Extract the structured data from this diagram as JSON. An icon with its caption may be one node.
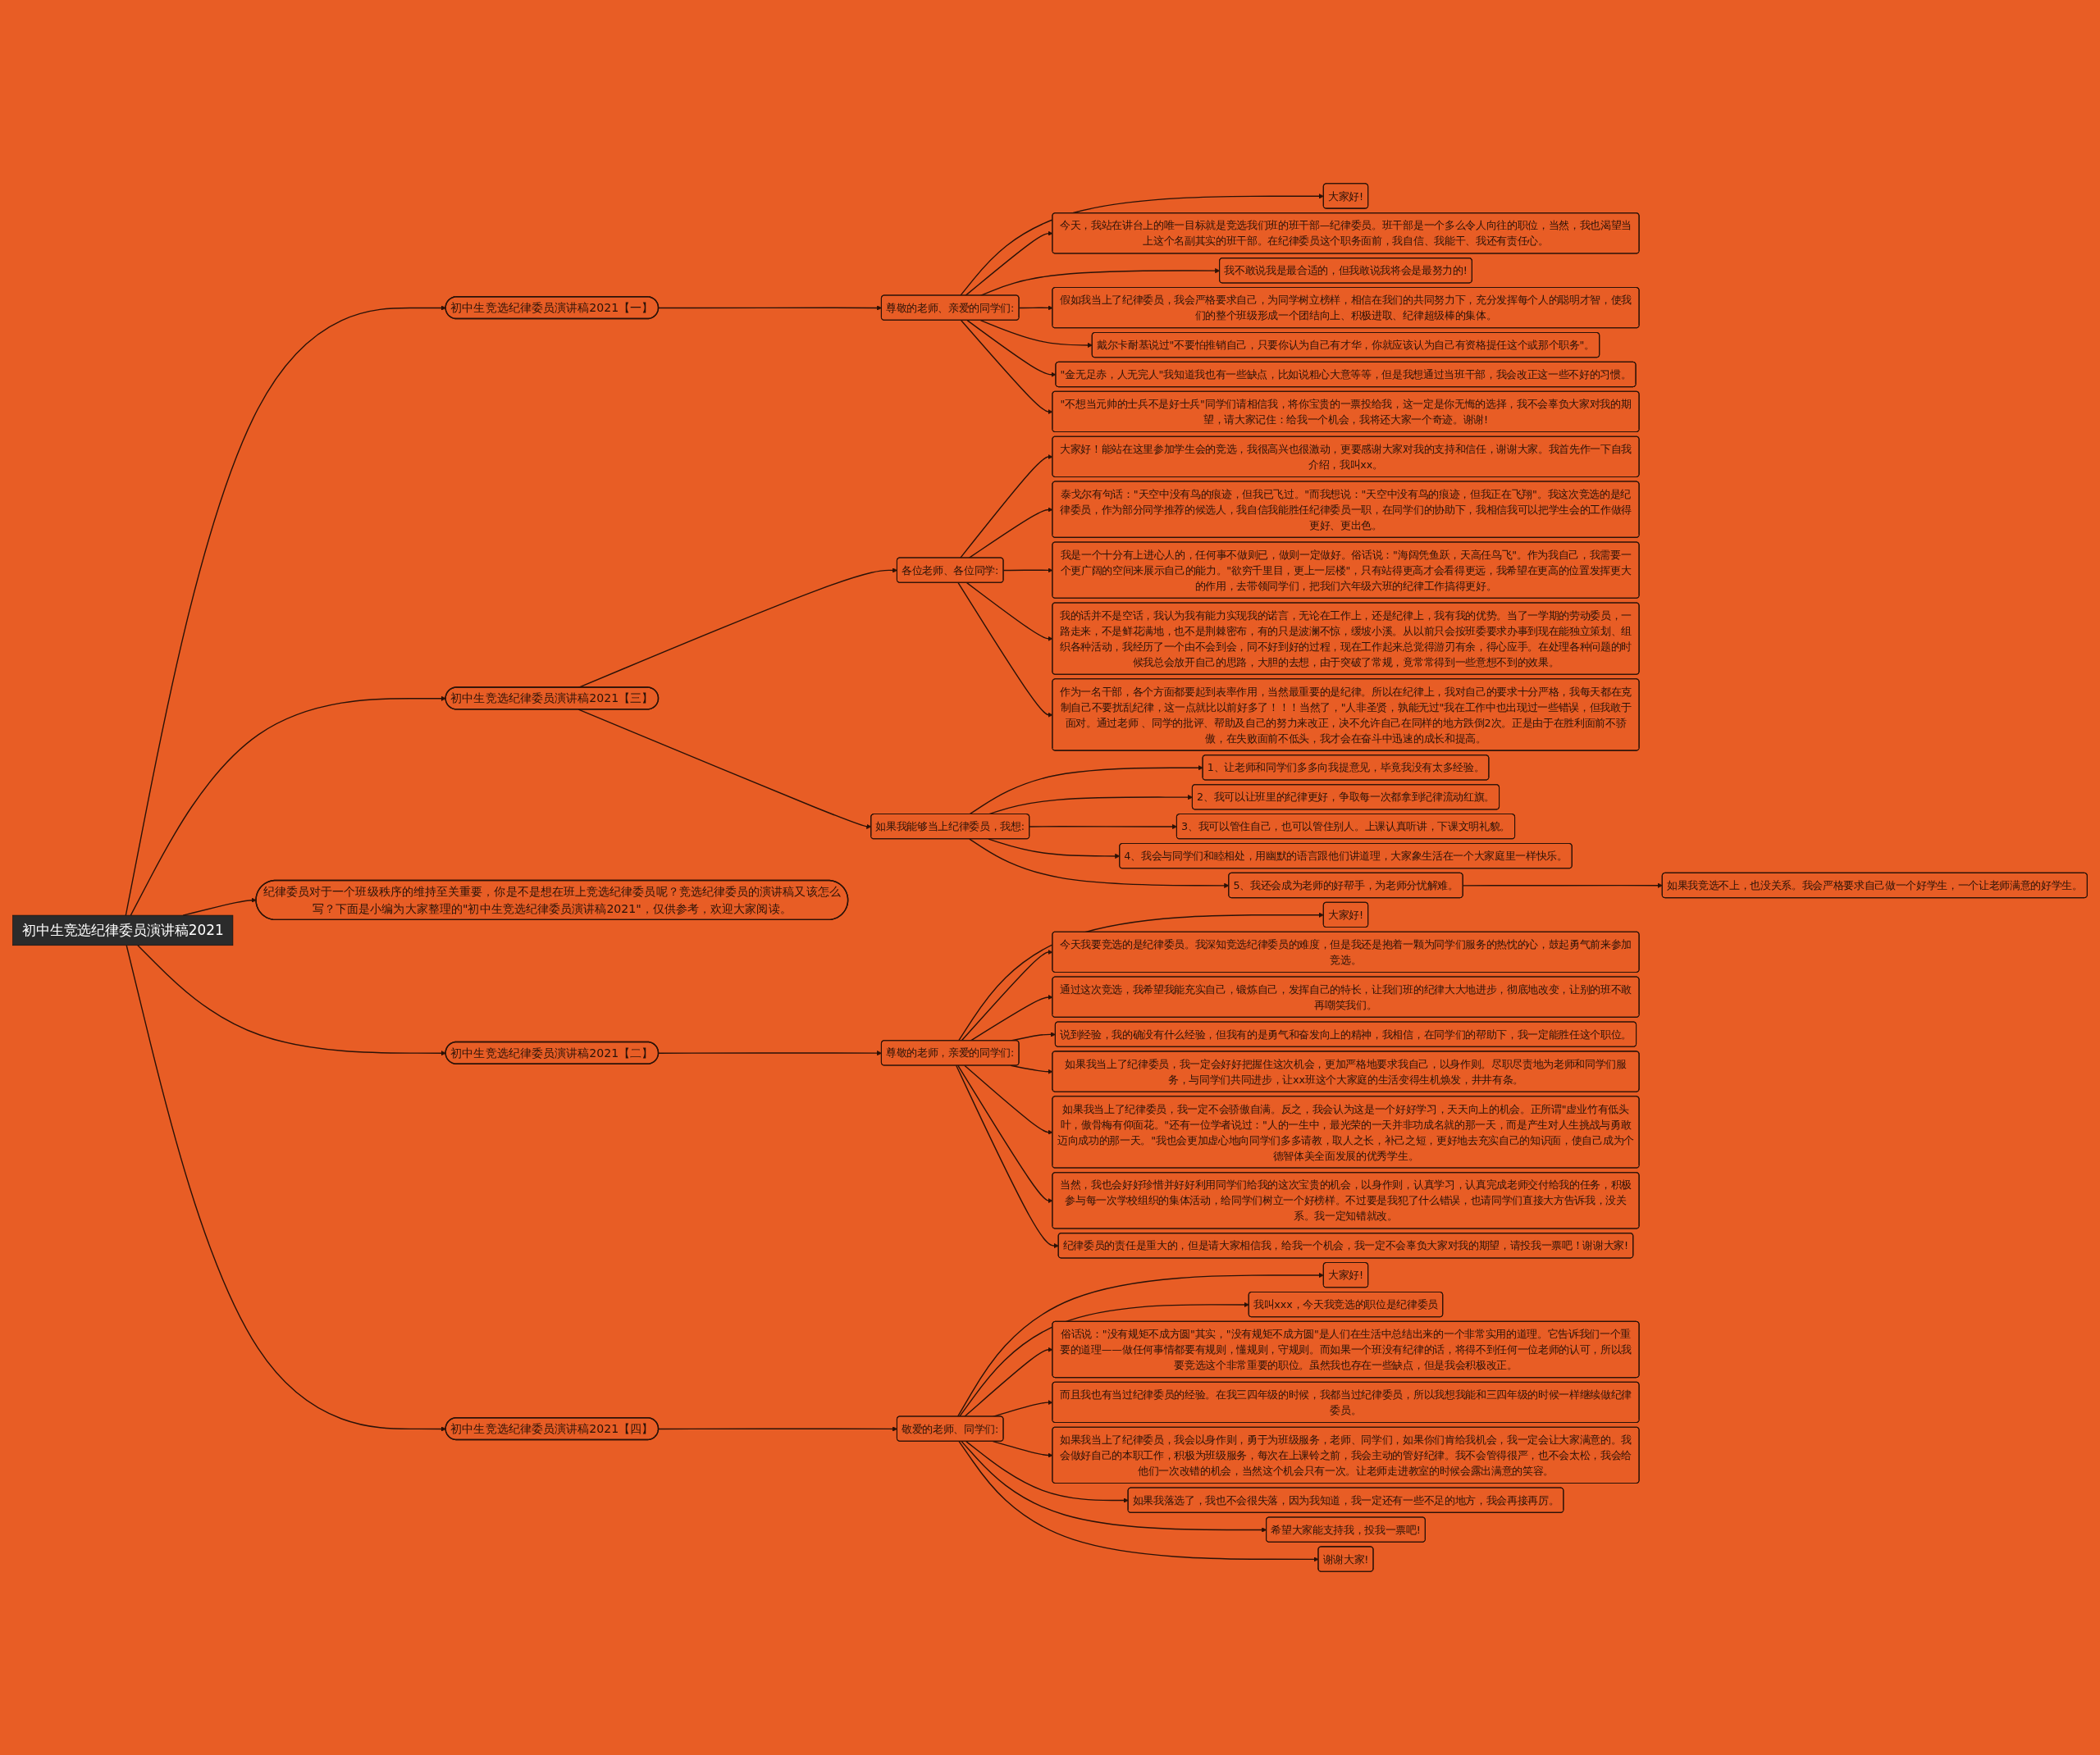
{
  "diagram": {
    "nodes": [
      {
        "text": [
          "初中生竞选纪律委员演讲稿2021"
        ]
      },
      {
        "text": [
          "初中生竞选纪律委员演讲稿2021【一】"
        ]
      },
      {
        "text": [
          "尊敬的老师、亲爱的同学们:"
        ]
      },
      {
        "text": [
          "大家好!"
        ]
      },
      {
        "text": [
          "今天，我站在讲台上的唯一目标就是竞选我们班的班干部—纪律委员。班干部是一个多么令人向往的职位，当然，我也渴望当上这个名副其实的班干部。在纪律委员这个职务面前，我自信、我能干、我还有责任心。"
        ]
      },
      {
        "text": [
          "我不敢说我是最合适的，但我敢说我将会是最努力的!"
        ]
      },
      {
        "text": [
          "假如我当上了纪律委员，我会严格要求自己，为同学树立榜样，相信在我们的共同努力下，充分发挥每个人的聪明才智，使我们的整个班级形成一个团结向上、积极进取、纪律超级棒的集体。"
        ]
      },
      {
        "text": [
          "戴尔卡耐基说过\"不要怕推销自己，只要你认为自己有才华，你就应该认为自己有资格提任这个或那个职务\"。"
        ]
      },
      {
        "text": [
          "\"金无足赤，人无完人\"我知道我也有一些缺点，比如说粗心大意等等，但是我想通过当班干部，我会改正这一些不好的习惯。"
        ]
      },
      {
        "text": [
          "\"不想当元帅的士兵不是好士兵\"同学们请相信我，将你宝贵的一票投给我，这一定是你无悔的选择，我不会辜负大家对我的期望，请大家记住：给我一个机会，我将还大家一个奇迹。谢谢!"
        ]
      },
      {
        "text": [
          "初中生竞选纪律委员演讲稿2021【三】"
        ]
      },
      {
        "text": [
          "各位老师、各位同学:"
        ]
      },
      {
        "text": [
          "大家好！能站在这里参加学生会的竞选，我很高兴也很激动，更要感谢大家对我的支持和信任，谢谢大家。我首先作一下自我介绍，我叫xx。"
        ]
      },
      {
        "text": [
          "泰戈尔有句话：\"天空中没有鸟的痕迹，但我已飞过。\"而我想说：\"天空中没有鸟的痕迹，但我正在飞翔\"。我这次竞选的是纪律委员，作为部分同学推荐的候选人，我自信我能胜任纪律委员一职，在同学们的协助下，我相信我可以把学生会的工作做得更好、更出色。"
        ]
      },
      {
        "text": [
          "我是一个十分有上进心人的，任何事不做则已，做则一定做好。俗话说：\"海阔凭鱼跃，天高任鸟飞\"。作为我自己，我需要一个更广阔的空间来展示自己的能力。\"欲穷千里目，更上一层楼\"，只有站得更高才会看得更远，我希望在更高的位置发挥更大的作用，去带领同学们，把我们六年级六班的纪律工作搞得更好。"
        ]
      },
      {
        "text": [
          "我的话并不是空话，我认为我有能力实现我的诺言，无论在工作上，还是纪律上，我有我的优势。当了一学期的劳动委员，一路走来，不是鲜花满地，也不是荆棘密布，有的只是波澜不惊，缓坡小溪。从以前只会按班委要求办事到现在能独立策划、组织各种活动，我经历了一个由不会到会，同不好到好的过程，现在工作起来总觉得游刃有余，得心应手。在处理各种问题的时候我总会放开自己的思路，大胆的去想，由于突破了常规，竟常常得到一些意想不到的效果。"
        ]
      },
      {
        "text": [
          "作为一名干部，各个方面都要起到表率作用，当然最重要的是纪律。所以在纪律上，我对自己的要求十分严格，我每天都在克制自己不要扰乱纪律，这一点就比以前好多了！！！当然了，\"人非圣贤，孰能无过\"我在工作中也出现过一些错误，但我敢于面对。通过老师 、同学的批评、帮助及自己的努力来改正，决不允许自己在同样的地方跌倒2次。正是由于在胜利面前不骄傲，在失败面前不低头，我才会在奋斗中迅速的成长和提高。"
        ]
      },
      {
        "text": [
          "如果我能够当上纪律委员，我想:"
        ]
      },
      {
        "text": [
          "1、让老师和同学们多多向我提意见，毕竟我没有太多经验。"
        ]
      },
      {
        "text": [
          "2、我可以让班里的纪律更好，争取每一次都拿到纪律流动红旗。"
        ]
      },
      {
        "text": [
          "3、我可以管住自己，也可以管住别人。上课认真听讲，下课文明礼貌。"
        ]
      },
      {
        "text": [
          "4、我会与同学们和睦相处，用幽默的语言跟他们讲道理，大家象生活在一个大家庭里一样快乐。"
        ]
      },
      {
        "text": [
          "5、我还会成为老师的好帮手，为老师分忧解难。"
        ]
      },
      {
        "text": [
          "如果我竞选不上，也没关系。我会严格要求自己做一个好学生，一个让老师满意的好学生。"
        ]
      },
      {
        "text": [
          "纪律委员对于一个班级秩序的维持至关重要，你是不是想在班上竞选纪律委员呢？竞选纪律委员的演讲稿又该怎么写？下面是小编为大家整理的\"初中生竞选纪律委员演讲稿2021\"，仅供参考，欢迎大家阅读。"
        ]
      },
      {
        "text": [
          "初中生竞选纪律委员演讲稿2021【二】"
        ]
      },
      {
        "text": [
          "尊敬的老师，亲爱的同学们:"
        ]
      },
      {
        "text": [
          "大家好!"
        ]
      },
      {
        "text": [
          "今天我要竞选的是纪律委员。我深知竞选纪律委员的难度，但是我还是抱着一颗为同学们服务的热忱的心，鼓起勇气前来参加竞选。"
        ]
      },
      {
        "text": [
          "通过这次竞选，我希望我能充实自己，锻炼自己，发挥自己的特长，让我们班的纪律大大地进步，彻底地改变，让别的班不敢再嘲笑我们。"
        ]
      },
      {
        "text": [
          "说到经验，我的确没有什么经验，但我有的是勇气和奋发向上的精神，我相信，在同学们的帮助下，我一定能胜任这个职位。"
        ]
      },
      {
        "text": [
          "如果我当上了纪律委员，我一定会好好把握住这次机会，更加严格地要求我自己，以身作则。尽职尽责地为老师和同学们服务，与同学们共同进步，让xx班这个大家庭的生活变得生机焕发，井井有条。"
        ]
      },
      {
        "text": [
          "如果我当上了纪律委员，我一定不会骄傲自满。反之，我会认为这是一个好好学习，天天向上的机会。正所谓\"虚业竹有低头叶，傲骨梅有仰面花。\"还有一位学者说过：\"人的一生中，最光荣的一天并非功成名就的那一天，而是产生对人生挑战与勇敢迈向成功的那一天。\"我也会更加虚心地向同学们多多请教，取人之长，补己之短，更好地去充实自己的知识面，使自己成为个德智体美全面发展的优秀学生。"
        ]
      },
      {
        "text": [
          "当然，我也会好好珍惜并好好利用同学们给我的这次宝贵的机会，以身作则，认真学习，认真完成老师交付给我的任务，积极参与每一次学校组织的集体活动，给同学们树立一个好榜样。不过要是我犯了什么错误，也请同学们直接大方告诉我，没关系。我一定知错就改。"
        ]
      },
      {
        "text": [
          "纪律委员的责任是重大的，但是请大家相信我，给我一个机会，我一定不会辜负大家对我的期望，请投我一票吧！谢谢大家!"
        ]
      },
      {
        "text": [
          "初中生竞选纪律委员演讲稿2021【四】"
        ]
      },
      {
        "text": [
          "敬爱的老师、同学们:"
        ]
      },
      {
        "text": [
          "大家好!"
        ]
      },
      {
        "text": [
          "我叫xxx，今天我竞选的职位是纪律委员"
        ]
      },
      {
        "text": [
          "俗话说：\"没有规矩不成方圆\"其实，\"没有规矩不成方圆\"是人们在生活中总结出来的一个非常实用的道理。它告诉我们一个重要的道理——做任何事情都要有规则，懂规则，守规则。而如果一个班没有纪律的话，将得不到任何一位老师的认可，所以我要竞选这个非常重要的职位。虽然我也存在一些缺点，但是我会积极改正。"
        ]
      },
      {
        "text": [
          "而且我也有当过纪律委员的经验。在我三四年级的时候，我都当过纪律委员，所以我想我能和三四年级的时候一样继续做纪律委员。"
        ]
      },
      {
        "text": [
          "如果我当上了纪律委员，我会以身作则，勇于为班级服务，老师、同学们，如果你们肯给我机会，我一定会让大家满意的。我会做好自己的本职工作，积极为班级服务，每次在上课铃之前，我会主动的管好纪律。我不会管得很严，也不会太松，我会给他们一次改错的机会，当然这个机会只有一次。让老师走进教室的时候会露出满意的笑容。"
        ]
      },
      {
        "text": [
          "如果我落选了，我也不会很失落，因为我知道，我一定还有一些不足的地方，我会再接再厉。"
        ]
      },
      {
        "text": [
          "希望大家能支持我，投我一票吧!"
        ]
      },
      {
        "text": [
          "谢谢大家!"
        ]
      }
    ],
    "edges": [
      {
        "from": 0,
        "to": 1,
        "arrow": "to"
      },
      {
        "from": 1,
        "to": 2,
        "arrow": "to"
      },
      {
        "from": 2,
        "to": 3,
        "arrow": "to"
      },
      {
        "from": 2,
        "to": 4,
        "arrow": "to"
      },
      {
        "from": 2,
        "to": 5,
        "arrow": "to"
      },
      {
        "from": 2,
        "to": 6,
        "arrow": "to"
      },
      {
        "from": 2,
        "to": 7,
        "arrow": "to"
      },
      {
        "from": 2,
        "to": 8,
        "arrow": "to"
      },
      {
        "from": 2,
        "to": 9,
        "arrow": "to"
      },
      {
        "from": 0,
        "to": 10,
        "arrow": "to"
      },
      {
        "from": 10,
        "to": 11,
        "arrow": "to"
      },
      {
        "from": 11,
        "to": 12,
        "arrow": "to"
      },
      {
        "from": 11,
        "to": 13,
        "arrow": "to"
      },
      {
        "from": 11,
        "to": 14,
        "arrow": "to"
      },
      {
        "from": 11,
        "to": 15,
        "arrow": "to"
      },
      {
        "from": 11,
        "to": 16,
        "arrow": "to"
      },
      {
        "from": 10,
        "to": 17,
        "arrow": "to"
      },
      {
        "from": 17,
        "to": 18,
        "arrow": "to"
      },
      {
        "from": 17,
        "to": 19,
        "arrow": "to"
      },
      {
        "from": 17,
        "to": 20,
        "arrow": "to"
      },
      {
        "from": 17,
        "to": 21,
        "arrow": "to"
      },
      {
        "from": 17,
        "to": 22,
        "arrow": "to"
      },
      {
        "from": 22,
        "to": 23,
        "arrow": "to"
      },
      {
        "from": 0,
        "to": 24,
        "arrow": "to"
      },
      {
        "from": 0,
        "to": 25,
        "arrow": "to"
      },
      {
        "from": 25,
        "to": 26,
        "arrow": "to"
      },
      {
        "from": 26,
        "to": 27,
        "arrow": "to"
      },
      {
        "from": 26,
        "to": 28,
        "arrow": "to"
      },
      {
        "from": 26,
        "to": 29,
        "arrow": "to"
      },
      {
        "from": 26,
        "to": 30,
        "arrow": "to"
      },
      {
        "from": 26,
        "to": 31,
        "arrow": "to"
      },
      {
        "from": 26,
        "to": 32,
        "arrow": "to"
      },
      {
        "from": 26,
        "to": 33,
        "arrow": "to"
      },
      {
        "from": 26,
        "to": 34,
        "arrow": "to"
      },
      {
        "from": 0,
        "to": 35,
        "arrow": "to"
      },
      {
        "from": 35,
        "to": 36,
        "arrow": "to"
      },
      {
        "from": 36,
        "to": 37,
        "arrow": "to"
      },
      {
        "from": 36,
        "to": 38,
        "arrow": "to"
      },
      {
        "from": 36,
        "to": 39,
        "arrow": "to"
      },
      {
        "from": 36,
        "to": 40,
        "arrow": "to"
      },
      {
        "from": 36,
        "to": 41,
        "arrow": "to"
      },
      {
        "from": 36,
        "to": 42,
        "arrow": "to"
      },
      {
        "from": 36,
        "to": 43,
        "arrow": "to"
      },
      {
        "from": 36,
        "to": 44,
        "arrow": "to"
      }
    ]
  }
}
